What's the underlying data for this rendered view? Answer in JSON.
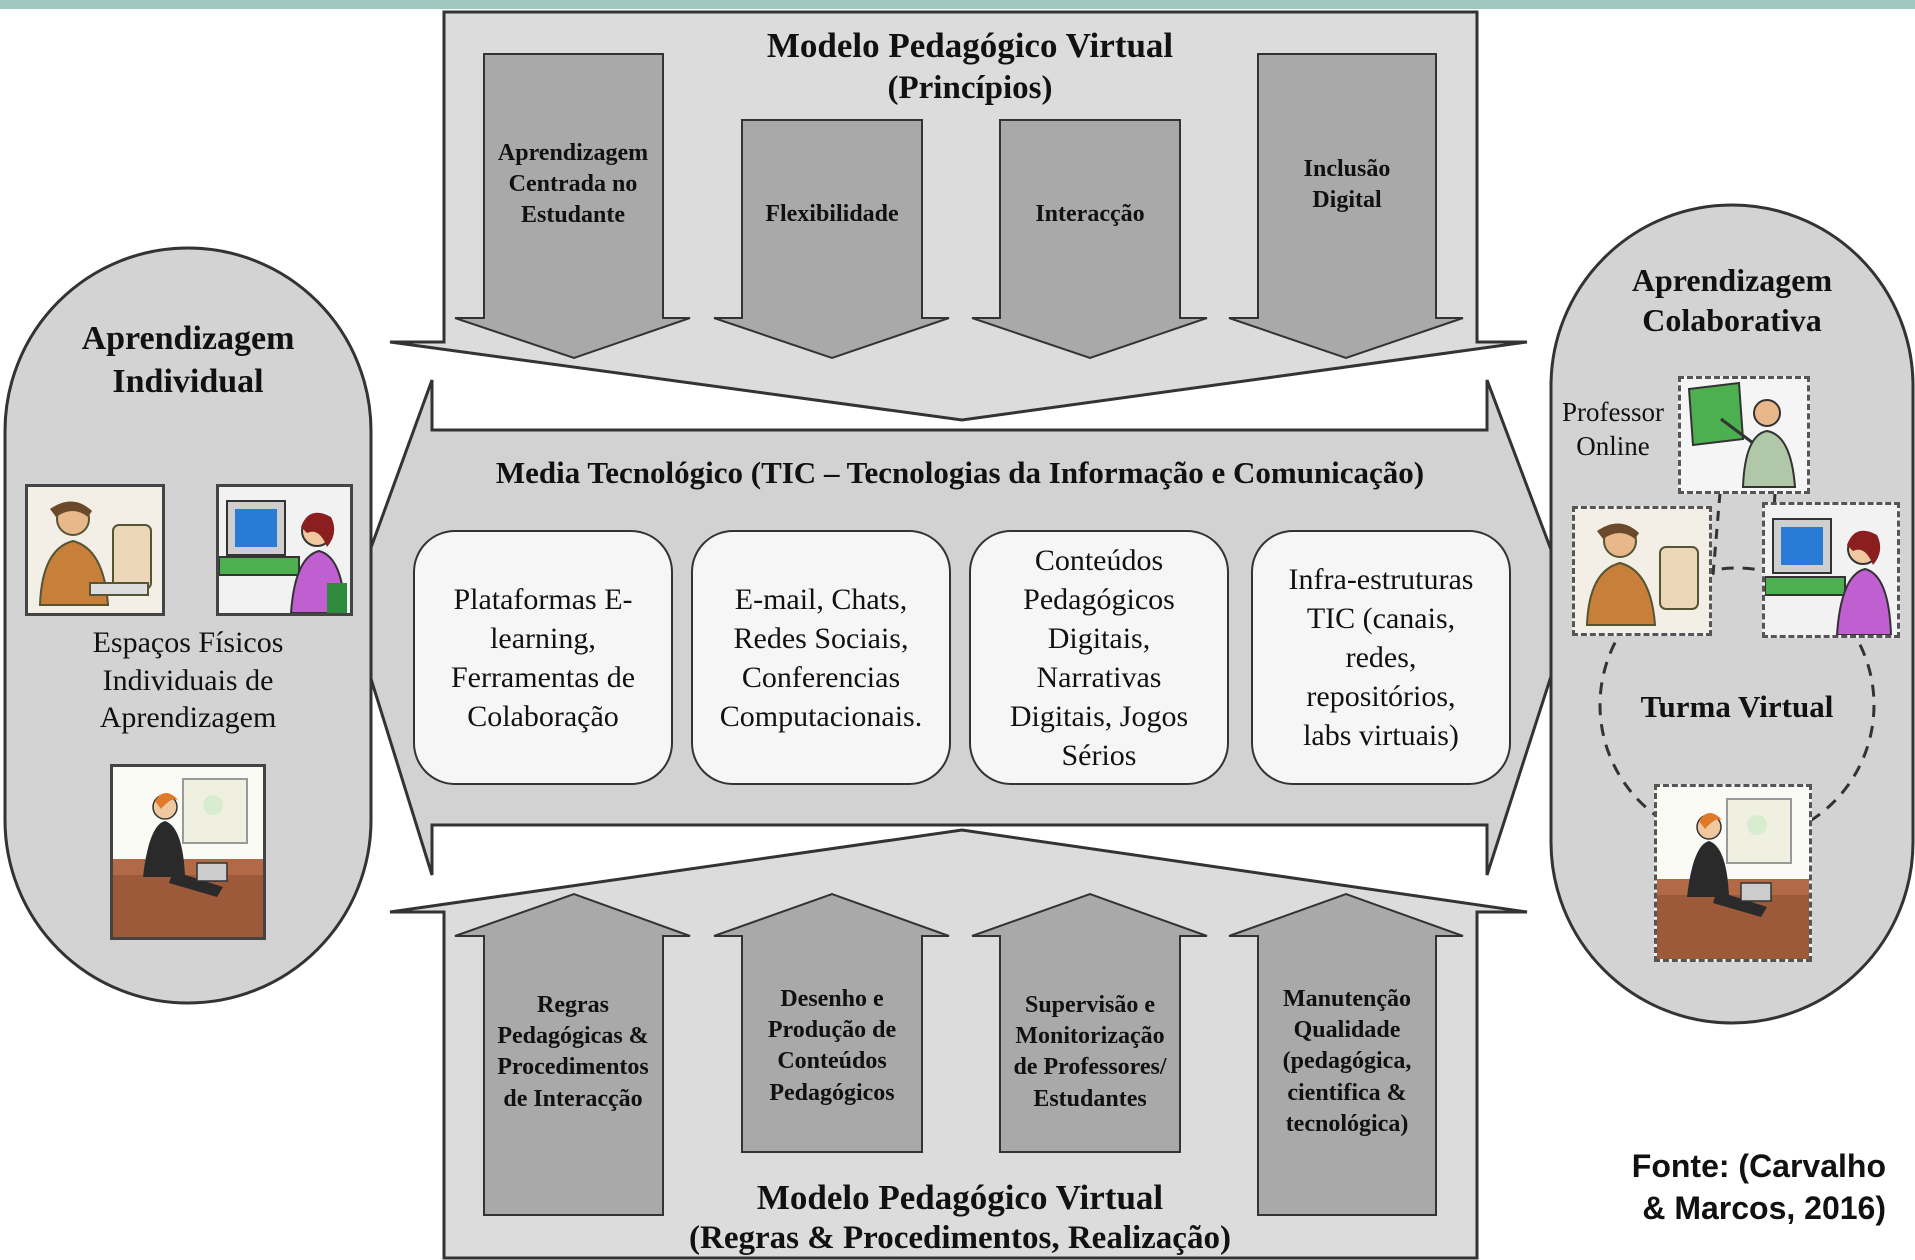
{
  "top_model": {
    "title": "Modelo Pedagógico Virtual",
    "subtitle": "(Princípios)",
    "principles": [
      "Aprendizagem\nCentrada no\nEstudante",
      "Flexibilidade",
      "Interacção",
      "Inclusão\nDigital"
    ]
  },
  "center": {
    "title": "Media Tecnológico (TIC – Tecnologias da Informação e Comunicação)",
    "boxes": [
      "Plataformas E-\nlearning,\nFerramentas de\nColaboração",
      "E-mail, Chats,\nRedes Sociais,\nConferencias\nComputacionais.",
      "Conteúdos\nPedagógicos\nDigitais,\nNarrativas\nDigitais, Jogos\nSérios",
      "Infra-estruturas\nTIC (canais,\nredes,\nrepositórios,\nlabs virtuais)"
    ]
  },
  "bottom_model": {
    "title": "Modelo Pedagógico Virtual",
    "subtitle": "(Regras & Procedimentos, Realização)",
    "rules": [
      "Regras\nPedagógicas &\nProcedimentos\nde Interacção",
      "Desenho e\nProdução de\nConteúdos\nPedagógicos",
      "Supervisão e\nMonitorização\nde Professores/\nEstudantes",
      "Manutenção\nQualidade\n(pedagógica,\ncientifica &\ntecnológica)"
    ]
  },
  "left_panel": {
    "title": "Aprendizagem\nIndividual",
    "caption": "Espaços Físicos\nIndividuais de\nAprendizagem"
  },
  "right_panel": {
    "title": "Aprendizagem\nColaborativa",
    "professor": "Professor\nOnline",
    "class_label": "Turma Virtual"
  },
  "source": "Fonte: (Carvalho\n& Marcos, 2016)",
  "colors": {
    "accent_bar": "#9fc7c1",
    "panel_fill": "#d6d6d6",
    "arrow_fill": "#a9a9a9",
    "box_fill": "#f6f6f6"
  }
}
